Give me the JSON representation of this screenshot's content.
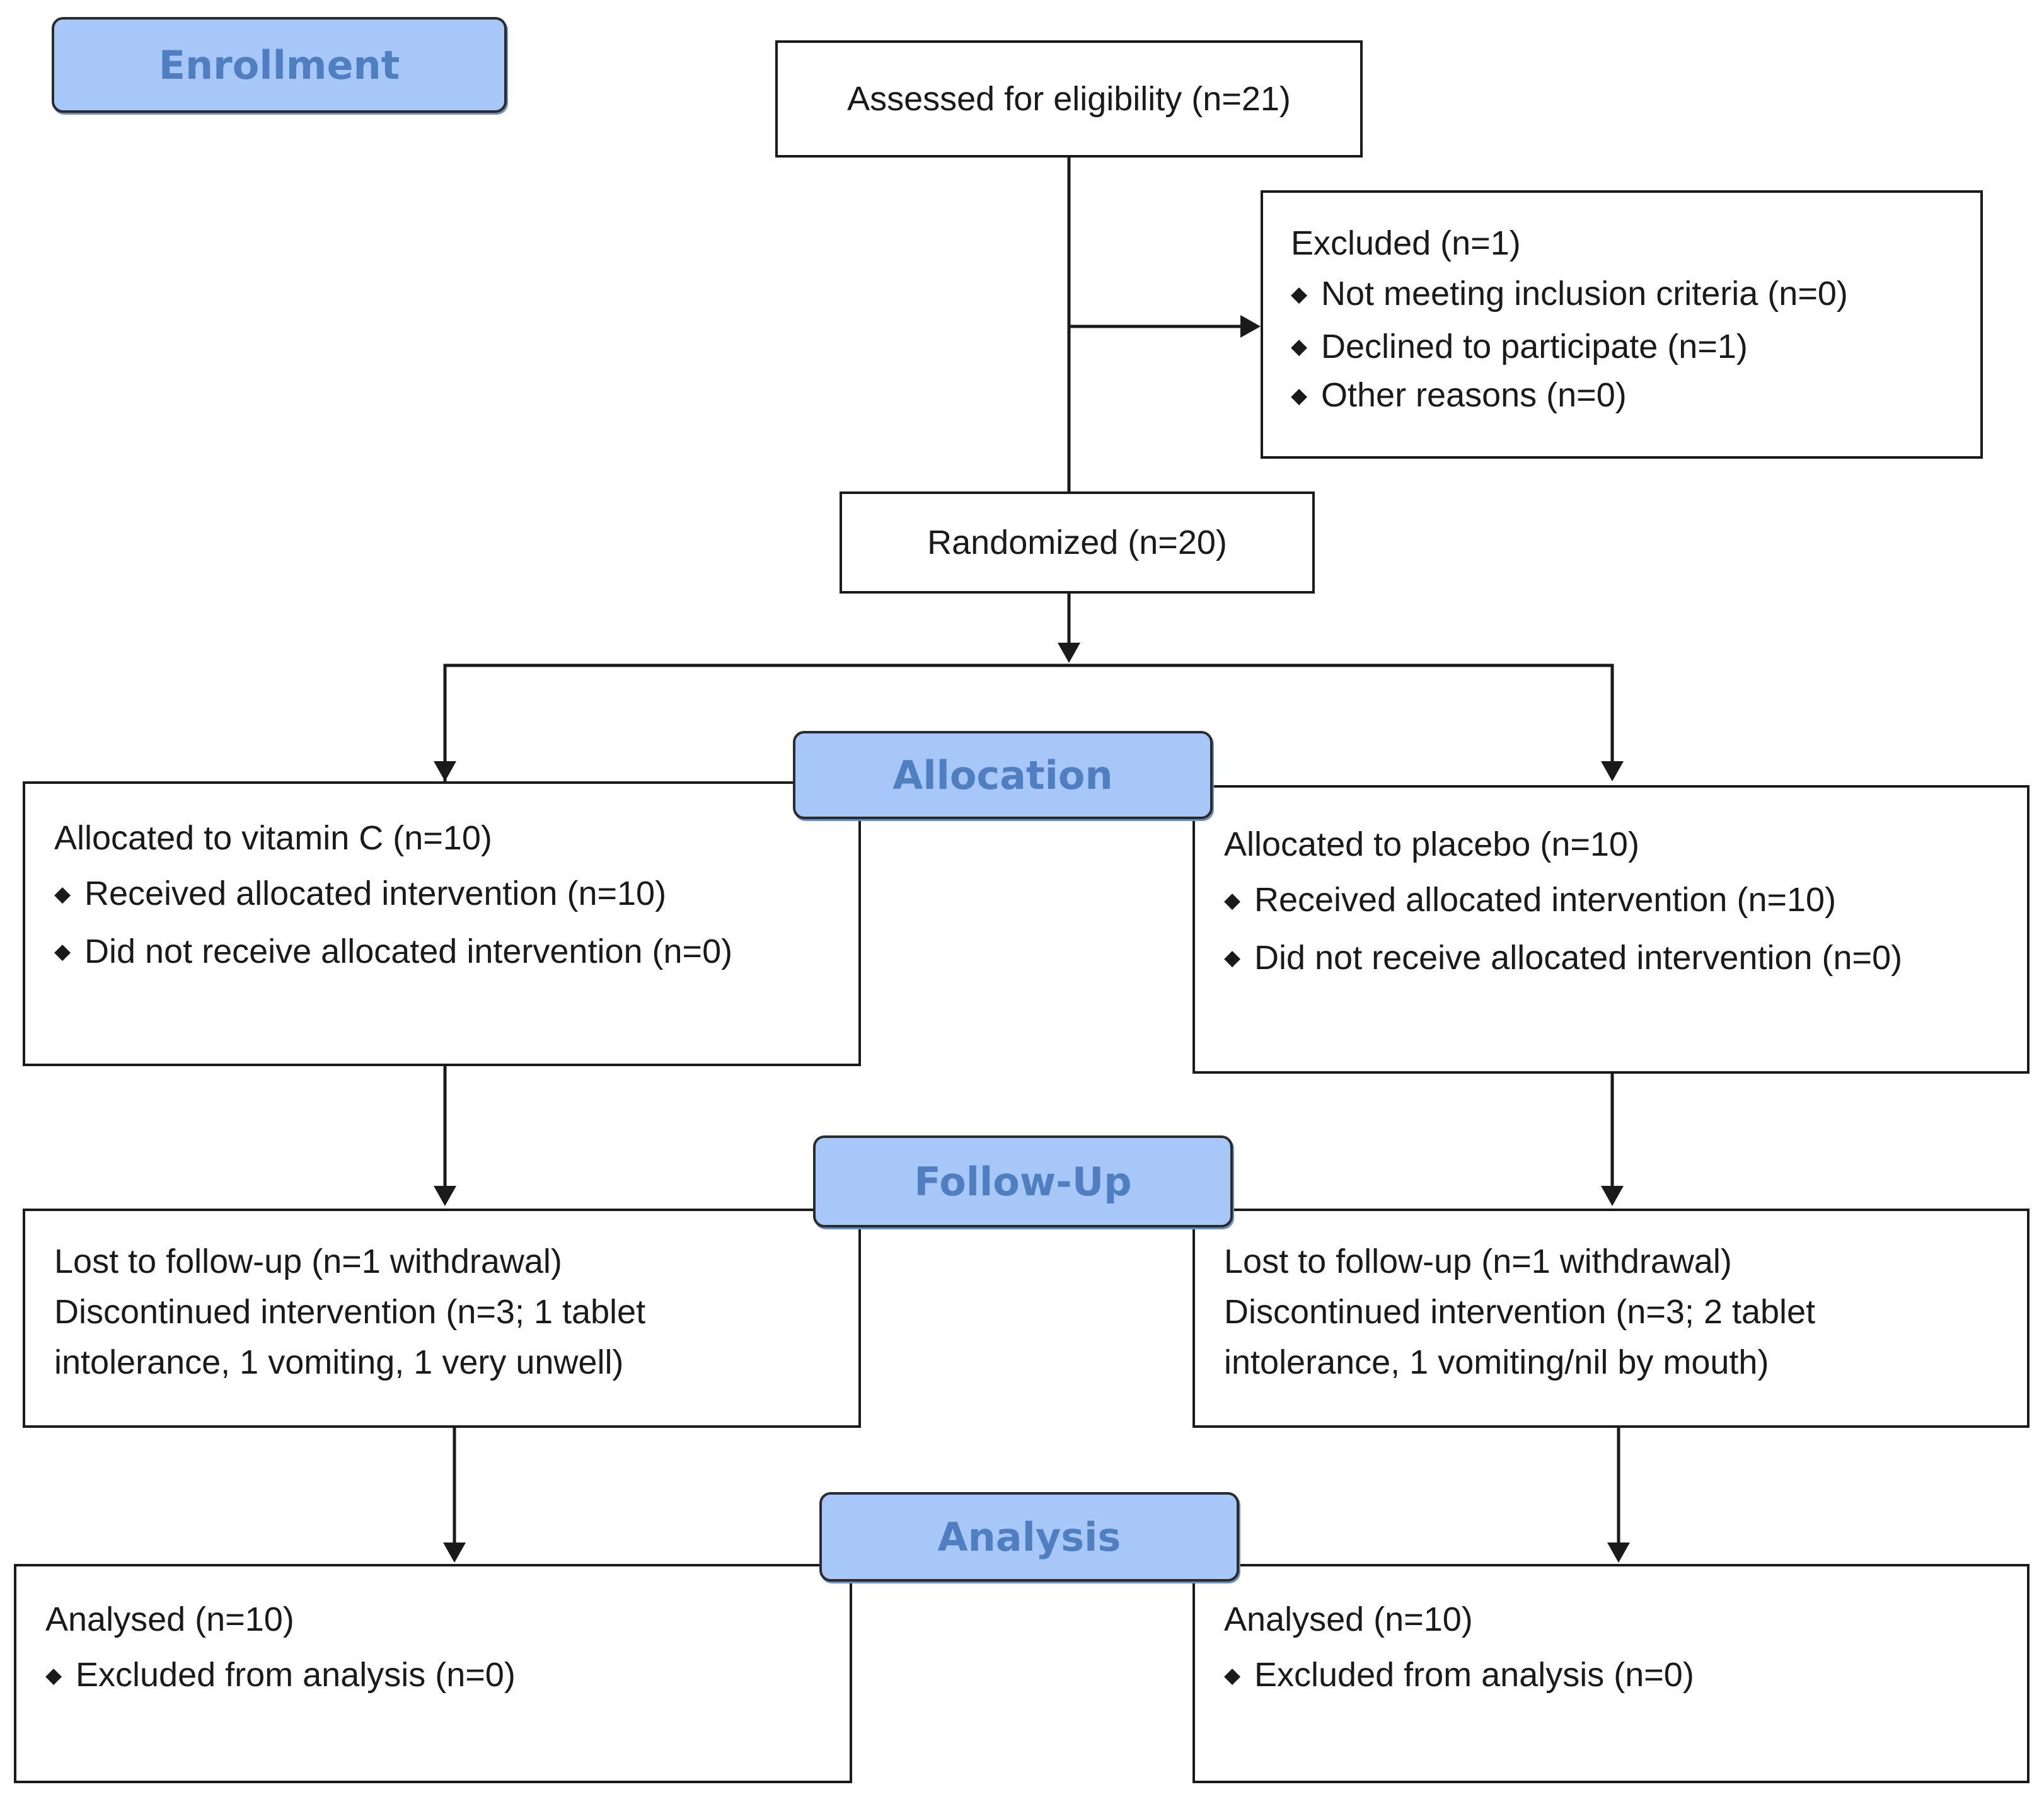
{
  "stages": {
    "enrollment": "Enrollment",
    "allocation": "Allocation",
    "follow_up": "Follow-Up",
    "analysis": "Analysis"
  },
  "assessed": "Assessed for eligibility (n=21)",
  "excluded": {
    "title": "Excluded (n=1)",
    "items": [
      "Not meeting inclusion criteria (n=0)",
      "Declined to participate (n=1)",
      "Other reasons (n=0)"
    ]
  },
  "randomized": "Randomized (n=20)",
  "arms": [
    {
      "allocation": {
        "title": "Allocated to vitamin C (n=10)",
        "items": [
          "Received allocated intervention (n=10)",
          "Did not receive allocated intervention (n=0)"
        ]
      },
      "follow_up": {
        "lines": [
          "Lost to follow-up (n=1 withdrawal)",
          "Discontinued intervention (n=3; 1 tablet",
          "intolerance, 1 vomiting, 1 very unwell)"
        ]
      },
      "analysis": {
        "title": "Analysed (n=10)",
        "items": [
          "Excluded from analysis (n=0)"
        ]
      }
    },
    {
      "allocation": {
        "title": "Allocated to placebo (n=10)",
        "items": [
          "Received allocated intervention (n=10)",
          "Did not receive allocated intervention (n=0)"
        ]
      },
      "follow_up": {
        "lines": [
          "Lost to follow-up (n=1 withdrawal)",
          "Discontinued intervention (n=3; 2 tablet",
          "intolerance, 1 vomiting/nil by mouth)"
        ]
      },
      "analysis": {
        "title": "Analysed (n=10)",
        "items": [
          "Excluded from analysis (n=0)"
        ]
      }
    }
  ]
}
